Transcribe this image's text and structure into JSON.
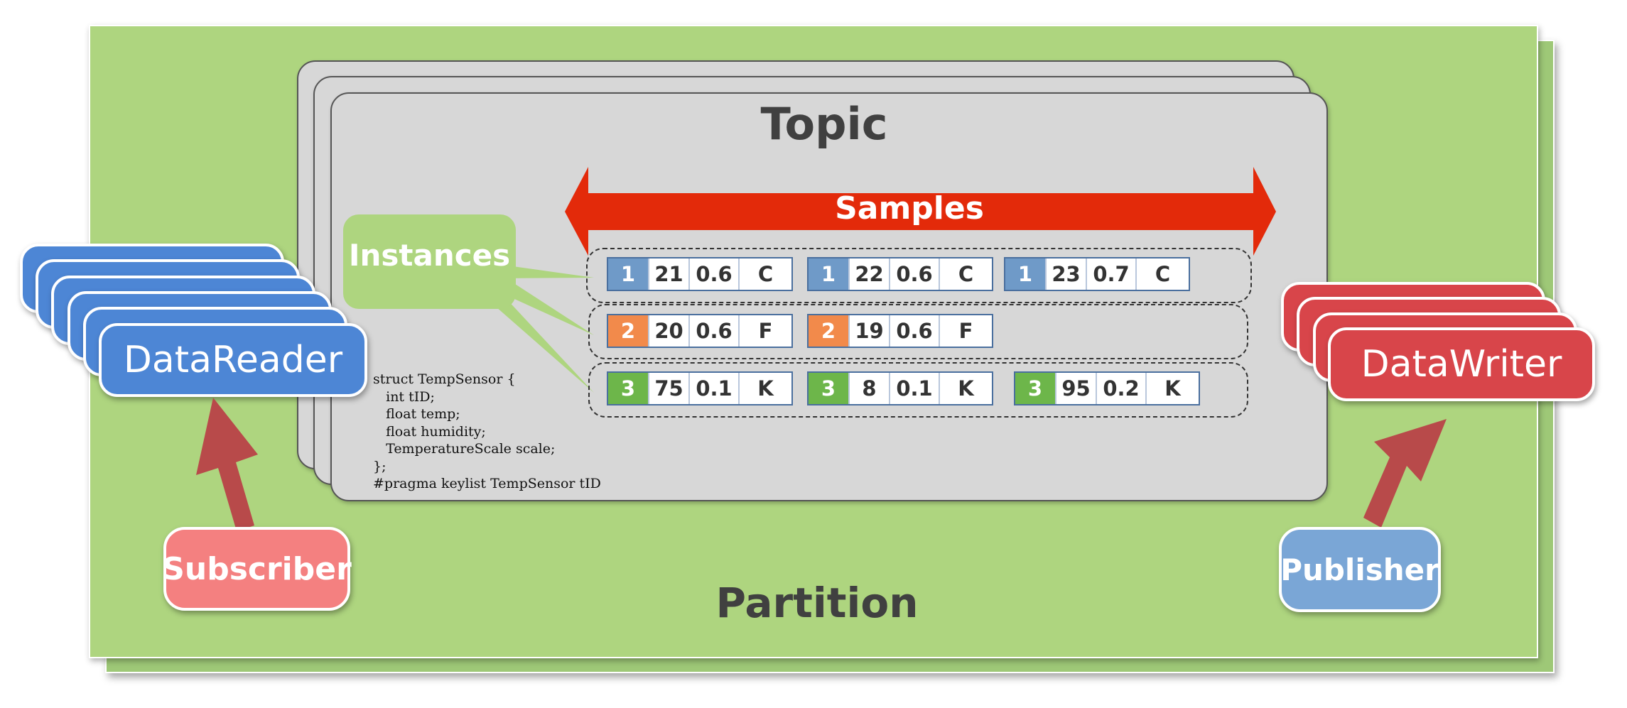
{
  "partition": {
    "label": "Partition",
    "color": "#aed57f"
  },
  "topic": {
    "label": "Topic"
  },
  "samples": {
    "label": "Samples",
    "arrow_color": "#e32a0a"
  },
  "instances": {
    "label": "Instances"
  },
  "key_colors": {
    "1": "#6f9ac8",
    "2": "#f28a4b",
    "3": "#6db64a"
  },
  "rows": [
    {
      "samples": [
        {
          "key": "1",
          "v1": "21",
          "v2": "0.6",
          "v3": "C"
        },
        {
          "key": "1",
          "v1": "22",
          "v2": "0.6",
          "v3": "C"
        },
        {
          "key": "1",
          "v1": "23",
          "v2": "0.7",
          "v3": "C"
        }
      ]
    },
    {
      "samples": [
        {
          "key": "2",
          "v1": "20",
          "v2": "0.6",
          "v3": "F"
        },
        {
          "key": "2",
          "v1": "19",
          "v2": "0.6",
          "v3": "F"
        }
      ]
    },
    {
      "samples": [
        {
          "key": "3",
          "v1": "75",
          "v2": "0.1",
          "v3": "K"
        },
        {
          "key": "3",
          "v1": "8",
          "v2": "0.1",
          "v3": "K"
        },
        {
          "key": "3",
          "v1": "95",
          "v2": "0.2",
          "v3": "K"
        }
      ]
    }
  ],
  "code_lines": [
    "struct TempSensor {",
    "   int tID;",
    "   float temp;",
    "   float humidity;",
    "   TemperatureScale scale;",
    "};",
    "#pragma keylist TempSensor tID"
  ],
  "data_reader": {
    "label": "DataReader",
    "color": "#4d86d5"
  },
  "data_writer": {
    "label": "DataWriter",
    "color": "#d8454a"
  },
  "subscriber": {
    "label": "Subscriber",
    "color": "#f48080"
  },
  "publisher": {
    "label": "Publisher",
    "color": "#7aa6d6"
  }
}
